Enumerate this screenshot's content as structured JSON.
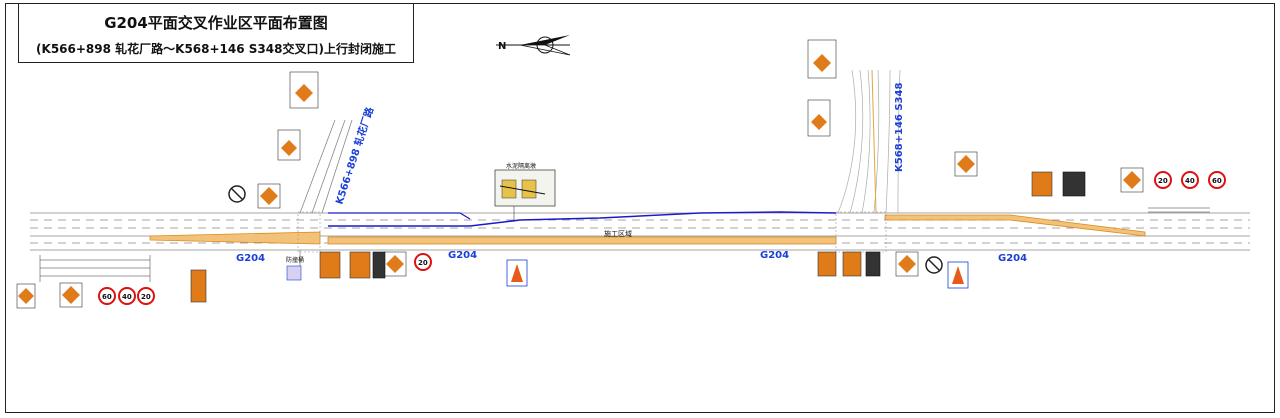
{
  "title": {
    "main": "G204平面交叉作业区平面布置图",
    "subtitle": "(K566+898 轧花厂路～K568+146 S348交叉口)上行封闭施工"
  },
  "labels": {
    "road_g204": "G204",
    "road_left_cross": "K566+898 轧花厂路",
    "road_right_cross": "K568+146 S348",
    "work_zone": "施工区域",
    "barrier_callout": "水泥隔离墩",
    "flagger": "防撞桶"
  },
  "sign_values": {
    "speed_60": "60",
    "speed_40": "40",
    "speed_20": "20"
  },
  "colors": {
    "road_line": "#888888",
    "work_zone": "#e8a33c",
    "blue_line": "#1a1acc",
    "label_blue": "#1a3fd6",
    "sign_orange": "#e07b1a"
  }
}
